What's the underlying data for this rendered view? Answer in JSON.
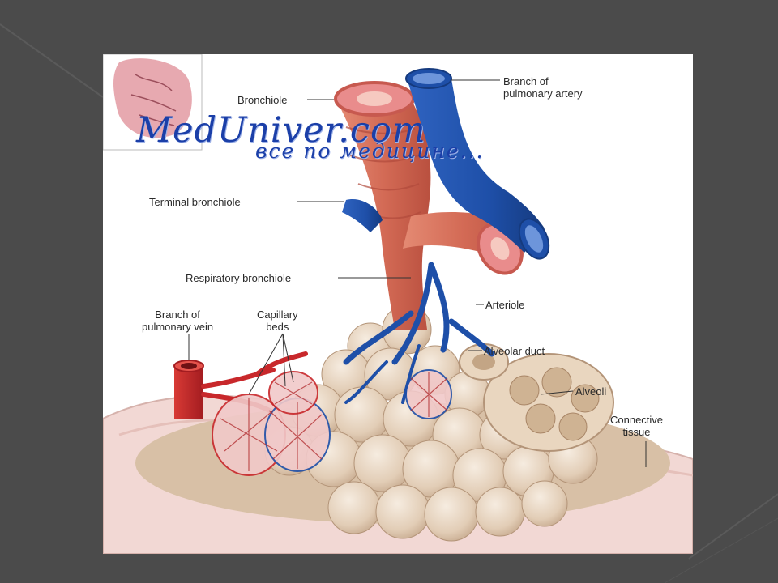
{
  "watermark": {
    "site": "MedUniver.com",
    "tagline": "все по медицине..."
  },
  "labels": {
    "bronchiole": "Bronchiole",
    "branch_pulmonary_artery": [
      "Branch of",
      "pulmonary artery"
    ],
    "terminal_bronchiole": "Terminal bronchiole",
    "respiratory_bronchiole": "Respiratory bronchiole",
    "arteriole": "Arteriole",
    "branch_pulmonary_vein": [
      "Branch of",
      "pulmonary vein"
    ],
    "capillary_beds": [
      "Capillary",
      "beds"
    ],
    "alveolar_duct": "Alveolar duct",
    "alveoli": "Alveoli",
    "connective_tissue": [
      "Connective",
      "tissue"
    ]
  },
  "colors": {
    "slide_background": "#4b4b4b",
    "artery_blue": "#1e4fa8",
    "vein_red": "#c8282b",
    "bronchiole_muscle": "#d9725e",
    "alveoli_tan": "#e8d7c3",
    "connective_pink": "#f2d8d4",
    "watermark_blue": "#1b3fa8"
  }
}
